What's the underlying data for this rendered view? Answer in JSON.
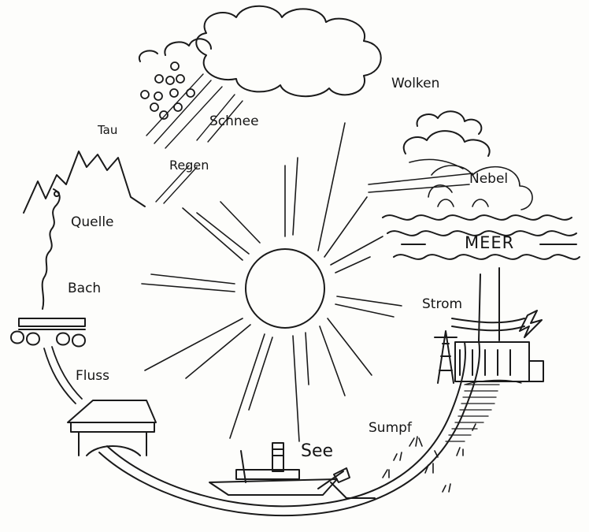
{
  "labels": {
    "wolken": "Wolken",
    "tau": "Tau",
    "schnee": "Schnee",
    "regen": "Regen",
    "nebel": "Nebel",
    "meer": "MEER",
    "quelle": "Quelle",
    "bach": "Bach",
    "strom": "Strom",
    "fluss": "Fluss",
    "see": "See",
    "sumpf": "Sumpf"
  },
  "colors": {
    "ink": "#1a1a1a",
    "paper": "#fdfdfb"
  }
}
